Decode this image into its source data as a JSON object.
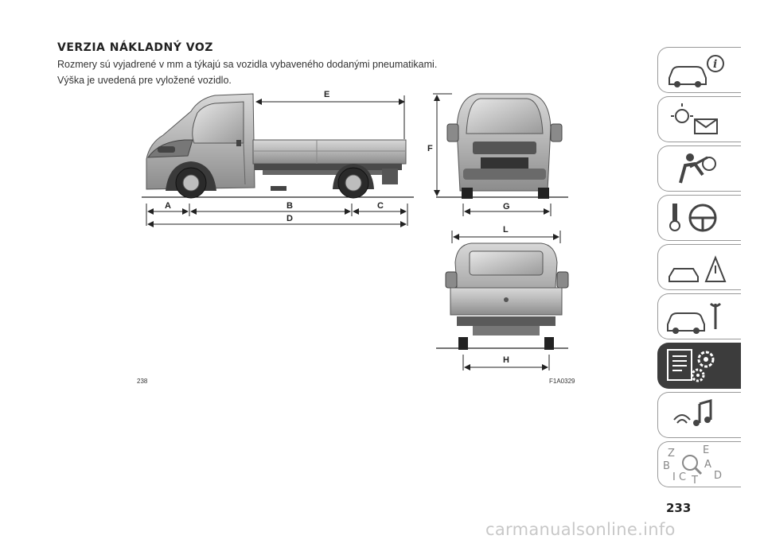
{
  "section": {
    "title": "VERZIA NÁKLADNÝ VOZ",
    "line1": "Rozmery sú vyjadrené v mm a týkajú sa vozidla vybaveného dodanými pneumatikami.",
    "line2": "Výška je uvedená pre vyložené vozidlo."
  },
  "figure": {
    "code": "F1A0329",
    "ref_number": "238",
    "labels": {
      "A": "A",
      "B": "B",
      "C": "C",
      "D": "D",
      "E": "E",
      "F": "F",
      "G": "G",
      "H": "H",
      "L": "L"
    }
  },
  "sidebar": {
    "tabs": [
      {
        "icon": "car-info-icon",
        "active": false
      },
      {
        "icon": "warning-lights-icon",
        "active": false
      },
      {
        "icon": "airbag-seat-icon",
        "active": false
      },
      {
        "icon": "steering-key-icon",
        "active": false
      },
      {
        "icon": "breakdown-triangle-icon",
        "active": false
      },
      {
        "icon": "car-service-icon",
        "active": false
      },
      {
        "icon": "technical-data-icon",
        "active": true
      },
      {
        "icon": "multimedia-icon",
        "active": false
      },
      {
        "icon": "index-alphabet-icon",
        "active": false
      }
    ],
    "index_letters": [
      "Z",
      "E",
      "B",
      "A",
      "D",
      "C",
      "T",
      "I"
    ]
  },
  "page": {
    "number": "233"
  },
  "watermark": "carmanualsonline.info",
  "colors": {
    "active_tab": "#3c3c3c",
    "body_gray": "#a8a8a8",
    "line": "#222222"
  }
}
